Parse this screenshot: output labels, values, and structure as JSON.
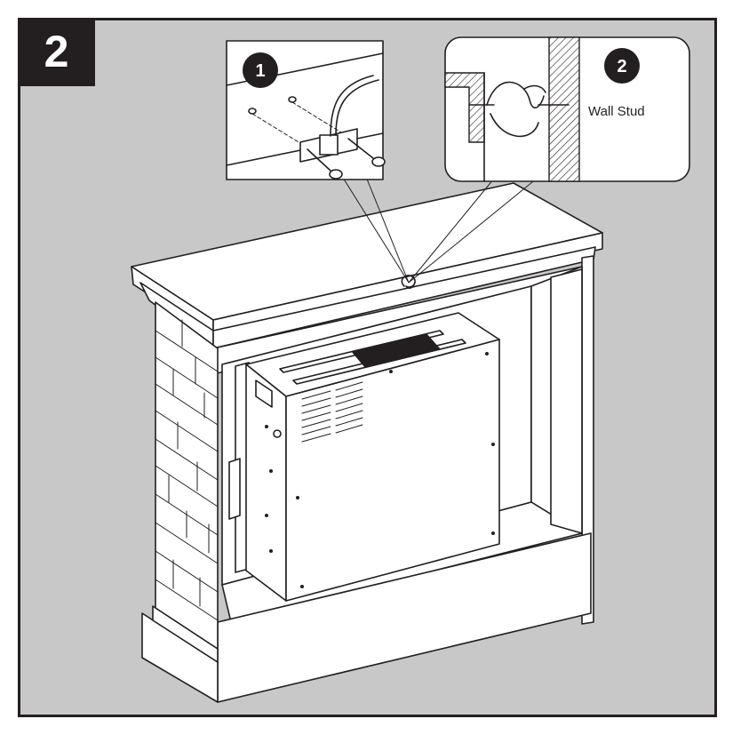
{
  "step": {
    "number": "2"
  },
  "callouts": [
    {
      "number": "1"
    },
    {
      "number": "2",
      "label": "Wall Stud"
    }
  ]
}
